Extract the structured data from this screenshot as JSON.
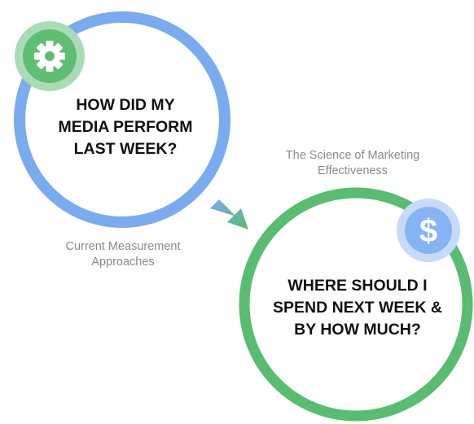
{
  "colors": {
    "blue_ring": "#7aaaf0",
    "green_ring": "#58bd6f",
    "gear_badge": "#5fbe74",
    "gear_badge_outer": "#a9dcb4",
    "dollar_badge": "#86b3f2",
    "dollar_badge_outer": "#c6dbfa",
    "arrow_start": "#7aaaf0",
    "arrow_end": "#58bd6f",
    "dash_arc": "#58bd6f",
    "caption": "#8a8a8a",
    "heading": "#111111"
  },
  "icons": {
    "top_badge": "gear-icon",
    "bottom_badge": "dollar-icon",
    "connector": "arrow-icon"
  },
  "circle_one": {
    "lines": [
      "HOW DID MY",
      "MEDIA PERFORM",
      "LAST WEEK?"
    ]
  },
  "circle_two": {
    "lines": [
      "WHERE SHOULD I",
      "SPEND NEXT WEEK &",
      "BY HOW MUCH?"
    ]
  },
  "caption_left": {
    "lines": [
      "Current Measurement",
      "Approaches"
    ]
  },
  "caption_right": {
    "lines": [
      "The Science of Marketing",
      "Effectiveness"
    ]
  }
}
